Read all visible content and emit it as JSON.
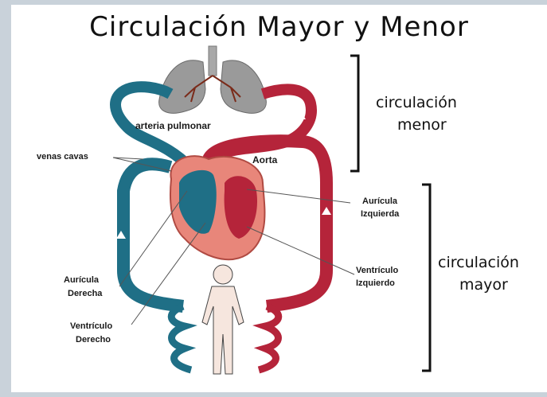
{
  "title": "Circulación Mayor y Menor",
  "labels": {
    "arteria_pulmonar": "arteria pulmonar",
    "venas_cavas": "venas cavas",
    "aorta": "Aorta",
    "auricula_izquierda_1": "Aurícula",
    "auricula_izquierda_2": "Izquierda",
    "ventriculo_izquierdo_1": "Ventrículo",
    "ventriculo_izquierdo_2": "Izquierdo",
    "auricula_derecha_1": "Aurícula",
    "auricula_derecha_2": "Derecha",
    "ventriculo_derecho_1": "Ventrículo",
    "ventriculo_derecho_2": "Derecho"
  },
  "brackets": {
    "menor_1": "circulación",
    "menor_2": "menor",
    "mayor_1": "circulación",
    "mayor_2": "mayor"
  },
  "colors": {
    "venous": "#1f6f86",
    "arterial": "#b5243a",
    "heart": "#e8867a",
    "lungs": "#9a9a9a"
  }
}
